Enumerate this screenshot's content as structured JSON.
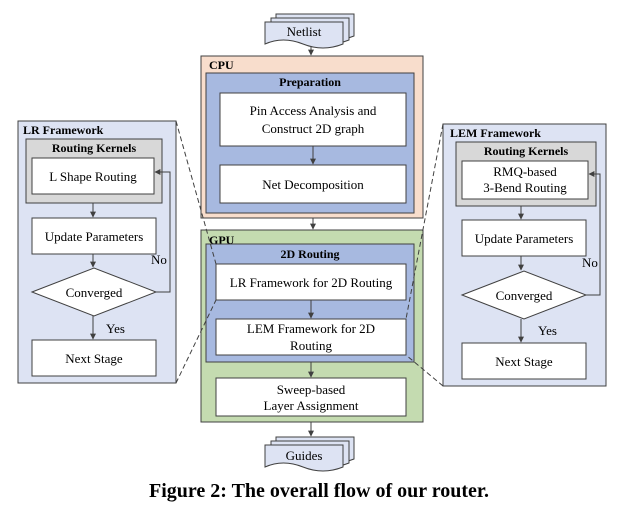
{
  "caption": "Figure 2: The overall flow of our router.",
  "netlist": "Netlist",
  "guides": "Guides",
  "cpu": {
    "title": "CPU",
    "preparation": "Preparation",
    "pin_access": [
      "Pin Access Analysis and",
      "Construct 2D graph"
    ],
    "net_decomposition": "Net Decomposition"
  },
  "gpu": {
    "title": "GPU",
    "routing_2d": "2D Routing",
    "lr_framework_2d": "LR Framework for 2D Routing",
    "lem_framework_2d": [
      "LEM Framework for 2D",
      "Routing"
    ],
    "layer_assignment": [
      "Sweep-based",
      "Layer Assignment"
    ]
  },
  "lr": {
    "title": "LR Framework",
    "kernels": "Routing Kernels",
    "kernel_box": "L Shape Routing",
    "update": "Update Parameters",
    "converged": "Converged",
    "no": "No",
    "yes": "Yes",
    "next": "Next Stage"
  },
  "lem": {
    "title": "LEM Framework",
    "kernels": "Routing Kernels",
    "kernel_box": [
      "RMQ-based",
      "3-Bend Routing"
    ],
    "update": "Update Parameters",
    "converged": "Converged",
    "no": "No",
    "yes": "Yes",
    "next": "Next Stage"
  },
  "colors": {
    "cpu_fill": "#f8ddcc",
    "gpu_fill": "#c4dbb0",
    "blue_fill": "#a7b9e0",
    "pale_blue": "#dde3f3",
    "grey_fill": "#d8d8d8",
    "line": "#404040"
  }
}
